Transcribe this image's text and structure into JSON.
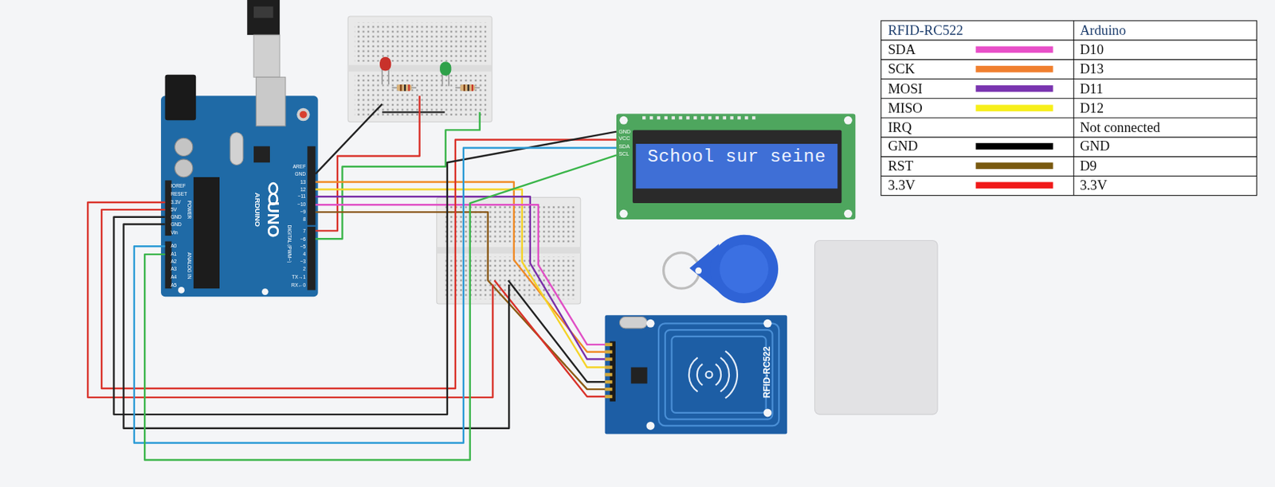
{
  "diagram": {
    "nodes": [
      {
        "text": [
          "ARDUINO",
          "UNO"
        ]
      },
      {
        "text": [
          "School sur seine"
        ]
      },
      {
        "text": [
          "RFID-RC522"
        ]
      }
    ],
    "labels": [
      "RFID-RC522",
      "Arduino",
      "SDA",
      "D10",
      "SCK",
      "D13",
      "MOSI",
      "D11",
      "MISO",
      "D12",
      "IRQ",
      "Not connected",
      "GND",
      "GND",
      "RST",
      "D9",
      "3.3V",
      "3.3V",
      "GND",
      "VCC",
      "SDA",
      "SCL",
      "AREF",
      "GND",
      "13",
      "12",
      "~11",
      "~10",
      "~9",
      "8",
      "7",
      "~6",
      "~5",
      "4",
      "~3",
      "2",
      "TX→1",
      "RX←0",
      "DIGITAL (PWM~)",
      "IOREF",
      "RESET",
      "3.3V",
      "5V",
      "GND",
      "GND",
      "Vin",
      "POWER",
      "A0",
      "A1",
      "A2",
      "A3",
      "A4",
      "A5",
      "ANALOG IN"
    ]
  }
}
